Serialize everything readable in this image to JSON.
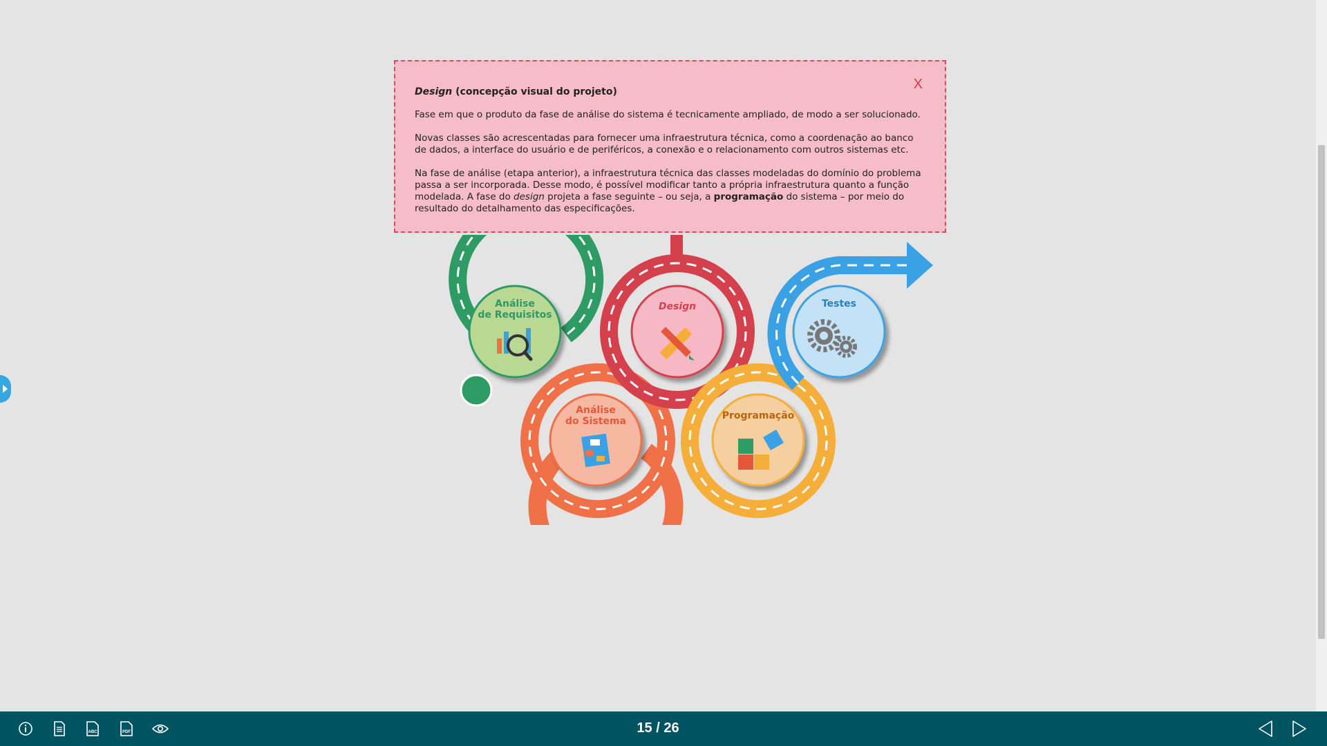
{
  "popup": {
    "title_em": "Design",
    "title_rest": " (concepção visual do projeto)",
    "close_label": "X",
    "p1": "Fase em que o produto da fase de análise do sistema é tecnicamente ampliado, de modo a ser solucionado.",
    "p2": "Novas classes são acrescentadas para fornecer uma infraestrutura técnica, como a coordenação ao banco de dados, a interface do usuário e de periféricos, a conexão e o relacionamento com outros sistemas etc.",
    "p3_a": "Na fase de análise (etapa anterior), a infraestrutura técnica das classes modeladas do domínio do problema passa a ser incorporada. Desse modo, é possível modificar tanto a própria infraestrutura quanto a função modelada. A fase do ",
    "p3_em": "design",
    "p3_b": " projeta a fase seguinte – ou seja, a ",
    "p3_strong": "programação",
    "p3_c": " do sistema – por meio do resultado do detalhamento das especificações."
  },
  "diagram": {
    "req_line1": "Análise",
    "req_line2": "de Requisitos",
    "sys_line1": "Análise",
    "sys_line2": "do Sistema",
    "design": "Design",
    "prog": "Programação",
    "tests": "Testes",
    "colors": {
      "green": "#2e9a64",
      "orange": "#f07048",
      "red": "#d4404c",
      "yellow": "#f6ae3a",
      "blue": "#3aa2e4"
    }
  },
  "footer": {
    "page_indicator": "15 / 26",
    "icons": [
      "info-icon",
      "document-icon",
      "glossary-icon",
      "pdf-icon",
      "eye-icon",
      "previous-icon",
      "next-icon"
    ],
    "glossary_icon_text": "ABC",
    "pdf_icon_text": "PDF"
  }
}
